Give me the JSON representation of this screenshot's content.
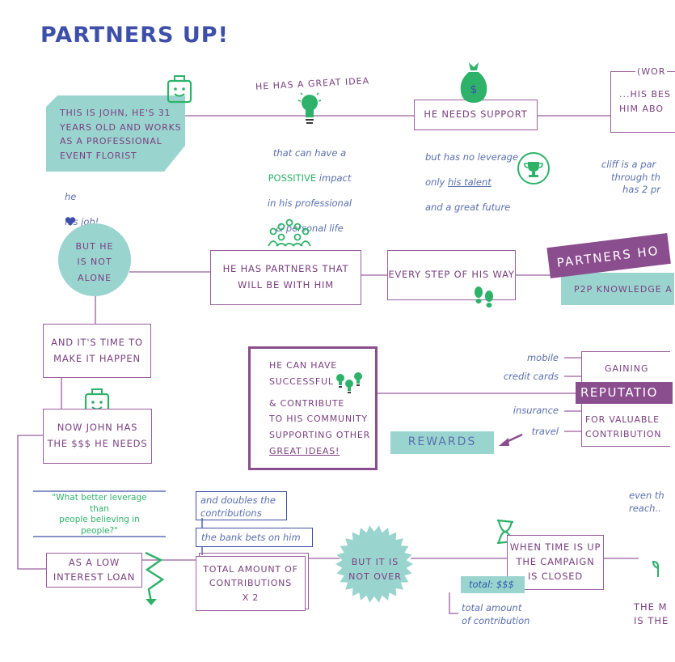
{
  "title": "PARTNERS UP!",
  "john_box": "THIS IS JOHN, HE'S 31\nYEARS OLD AND WORKS\nAS A PROFESSIONAL\nEVENT FLORIST",
  "love_note": {
    "prefix": "he",
    "suffix": "his job!"
  },
  "great_idea": "HE HAS A GREAT IDEA",
  "idea_note": {
    "line1": "that can have a",
    "positive": "POSSITIVE",
    "line2_rest": " impact",
    "line3": "in his professional",
    "line4": "& personal life"
  },
  "needs_support": "HE NEEDS SUPPORT",
  "leverage_note": {
    "line1": "but has no leverage",
    "line2_pre": "only ",
    "line2_ul": "his talent",
    "line3": "and a great future"
  },
  "cliff_box": {
    "line0": "(WOR",
    "line1": "...HIS BES",
    "line2": "HIM ABO"
  },
  "cliff_note": {
    "line1": "cliff is a par",
    "line2": "through th",
    "line3": "has 2 pr"
  },
  "not_alone": "BUT HE\nIS NOT\nALONE",
  "partners_box": "HE HAS PARTNERS THAT\nWILL BE WITH HIM",
  "every_step": "EVERY STEP OF HIS WAY",
  "banner_top": "PARTNERS HO",
  "banner_bottom": "P2P KNOWLEDGE A",
  "time_box": "AND IT'S TIME TO\nMAKE IT HAPPEN",
  "successful_box": {
    "l1": "HE CAN HAVE",
    "l2": "SUCCESSFUL",
    "l3": "& CONTRIBUTE",
    "l4": "TO HIS COMMUNITY",
    "l5": "SUPPORTING OTHER",
    "l6": "GREAT IDEAS!"
  },
  "rep_labels": {
    "mobile": "mobile",
    "credit": "credit cards",
    "insurance": "insurance",
    "travel": "travel"
  },
  "gaining": "GAINING",
  "reputation": "REPUTATIO",
  "valuable": "FOR VALUABLE\nCONTRIBUTION",
  "rewards": "REWARDS",
  "john_has": "NOW JOHN HAS\nTHE $$$ HE NEEDS",
  "quote": "\"What better leverage\nthan\npeople believing in\npeople?\"",
  "low_interest": "AS A LOW\nINTEREST LOAN",
  "doubles_note": "and doubles the\ncontributions",
  "bank_note": "the bank bets on him",
  "total_box": "TOTAL AMOUNT OF\nCONTRIBUTIONS\nX 2",
  "not_over": "BUT IT IS\nNOT OVER",
  "time_up": "WHEN TIME IS UP\nTHE CAMPAIGN\nIS CLOSED",
  "total_label": "total: $$$",
  "total_amount_note": "total amount\nof contribution",
  "even_note": "even th\nreach..",
  "bottom_right": "THE M\nIS THE",
  "colors": {
    "blue": "#3d4fa8",
    "purple": "#7a3f80",
    "teal": "#9ad4cf",
    "green": "#2eb26a"
  }
}
